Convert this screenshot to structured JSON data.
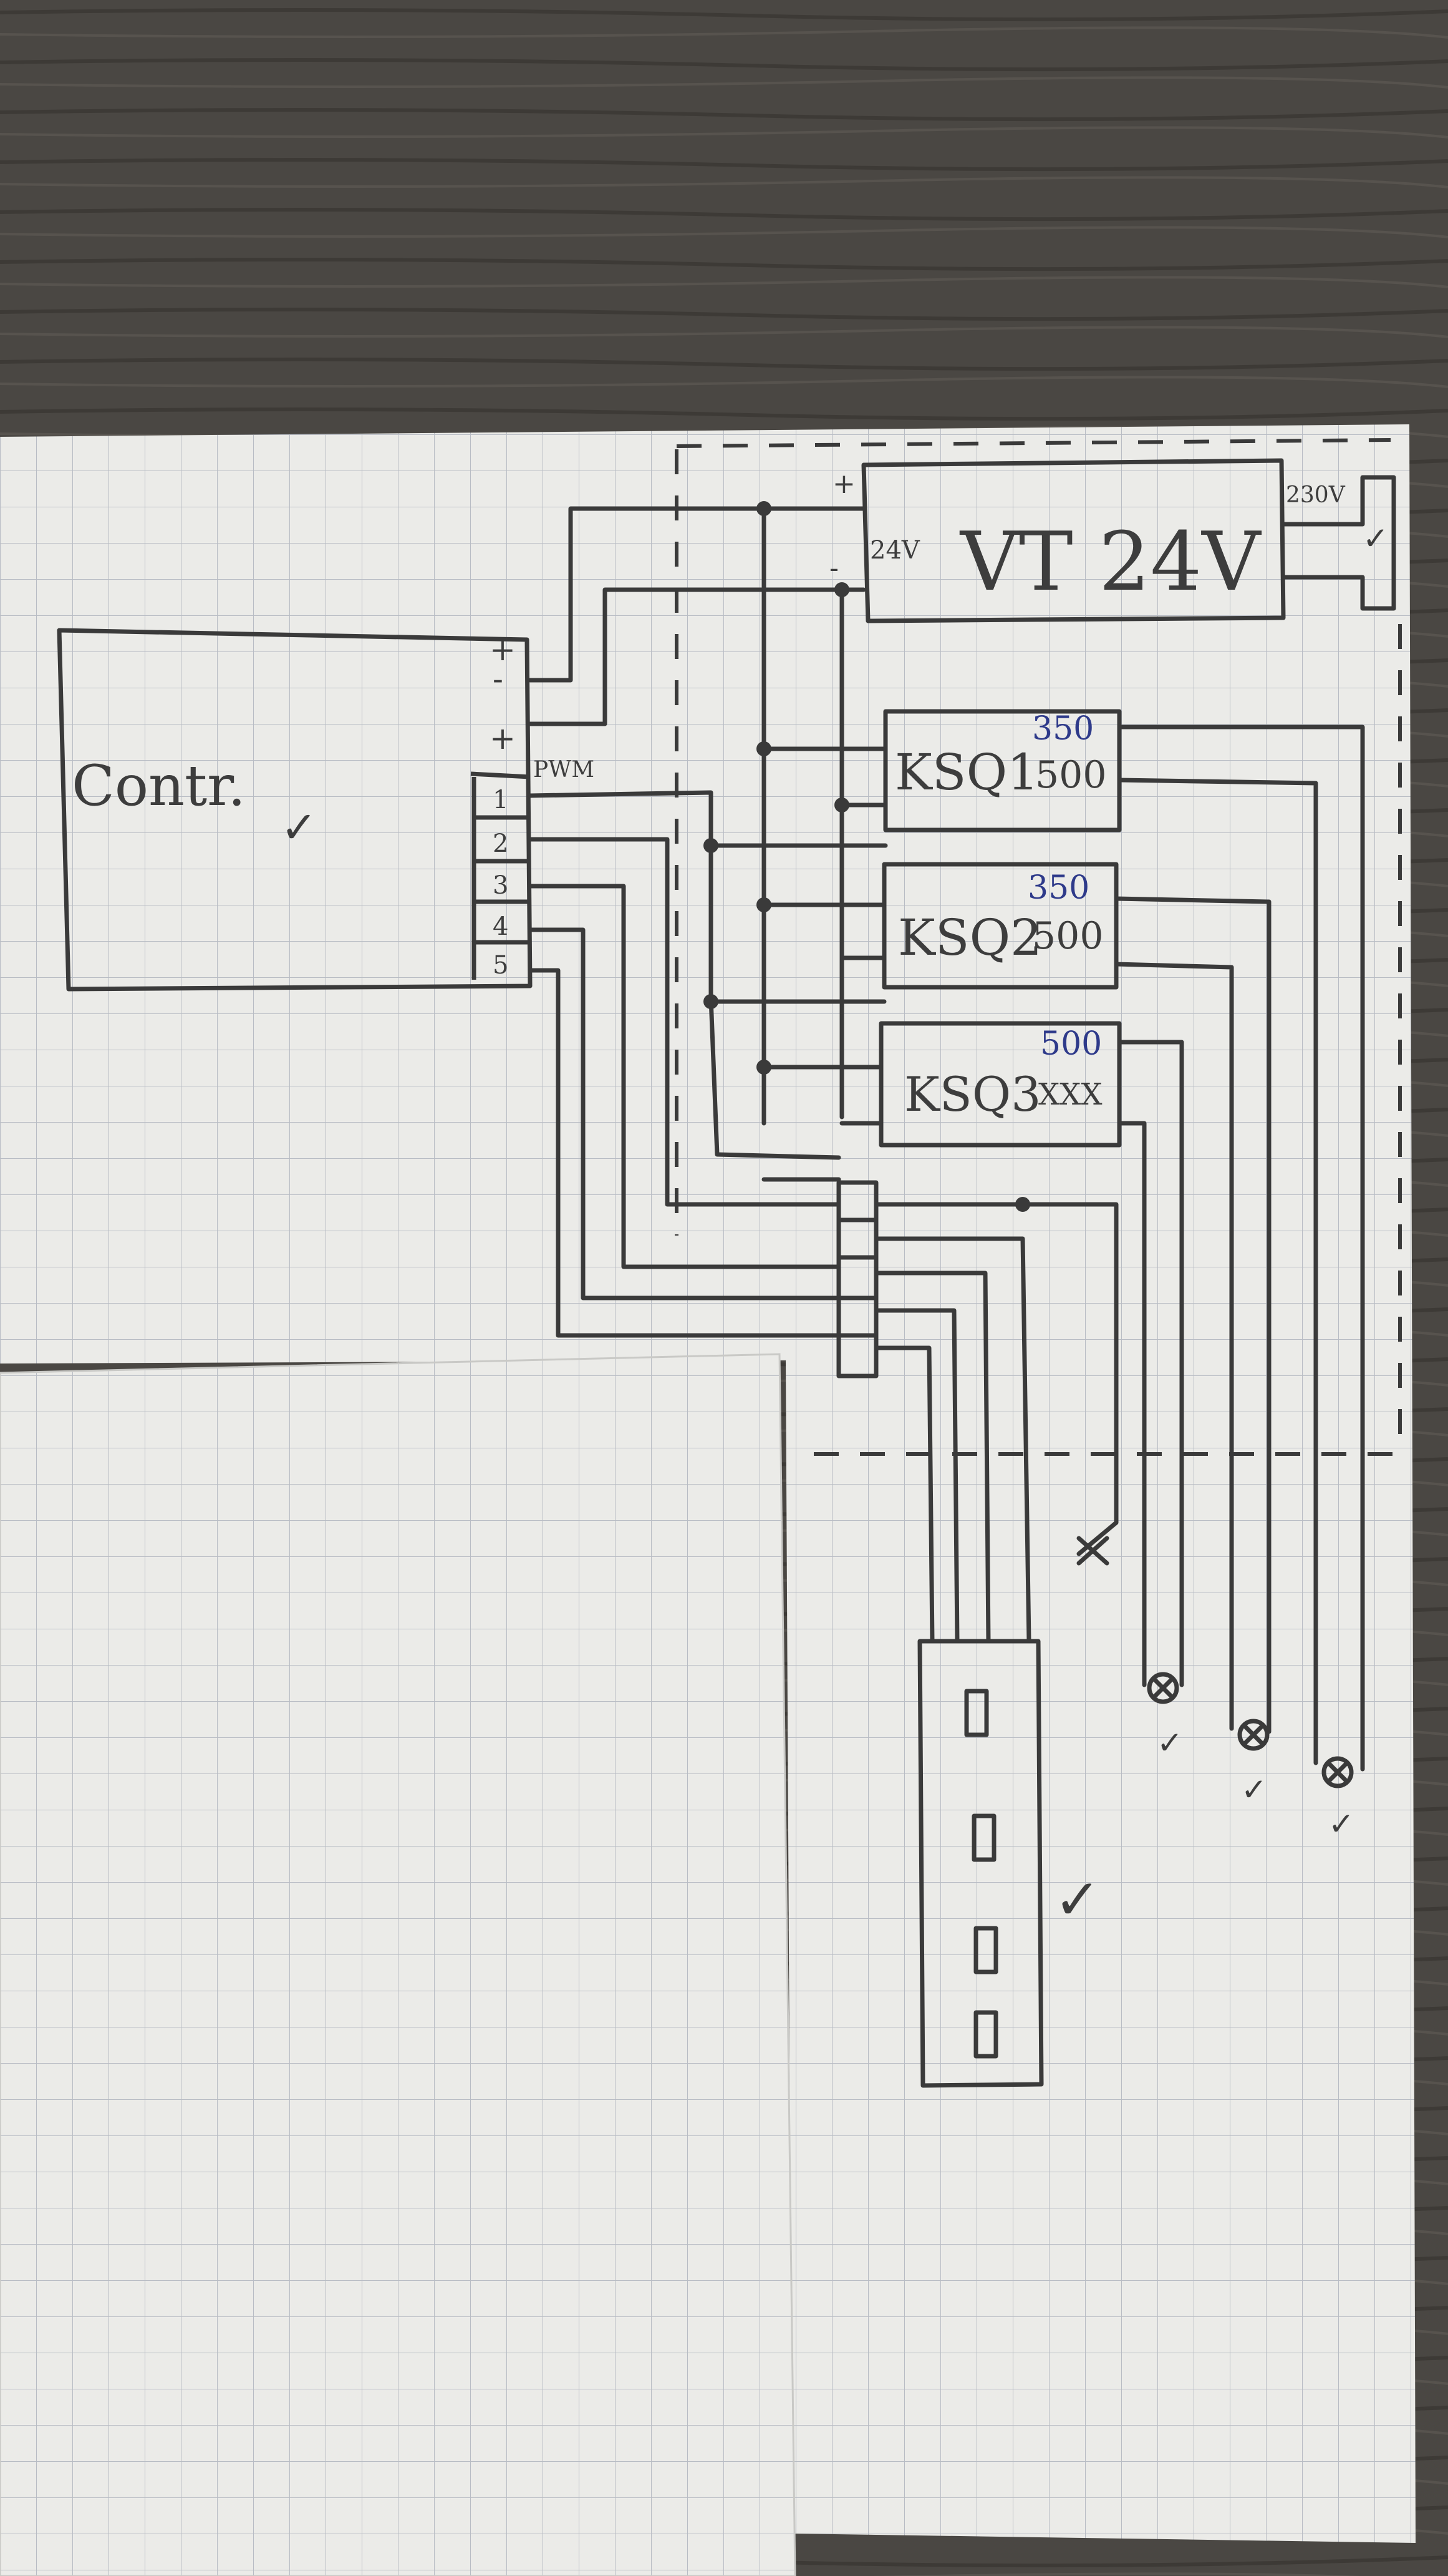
{
  "labels": {
    "controller": "Contr.",
    "pwm": "PWM",
    "plus_top": "+",
    "minus_top": "-",
    "plus_mid": "+",
    "plus_psu": "+",
    "minus_psu": "-",
    "psu_title": "VT 24V",
    "psu_out": "24V",
    "mains": "230V",
    "pin1": "1",
    "pin2": "2",
    "pin3": "3",
    "pin4": "4",
    "pin5": "5"
  },
  "drivers": [
    {
      "label": "KSQ1",
      "top": "350",
      "bottom": "500"
    },
    {
      "label": "KSQ2",
      "top": "350",
      "bottom": "500"
    },
    {
      "label": "KSQ3",
      "top": "500",
      "bottom": "XXX"
    }
  ],
  "marks": {
    "check": "✓",
    "lamp_x": "⊗"
  },
  "colors": {
    "paper": "#ebebe8",
    "grid": "#b8bcc4",
    "ink": "#3a3a3a",
    "blue_ink": "#2e3a8a",
    "table": "#4a4743"
  }
}
